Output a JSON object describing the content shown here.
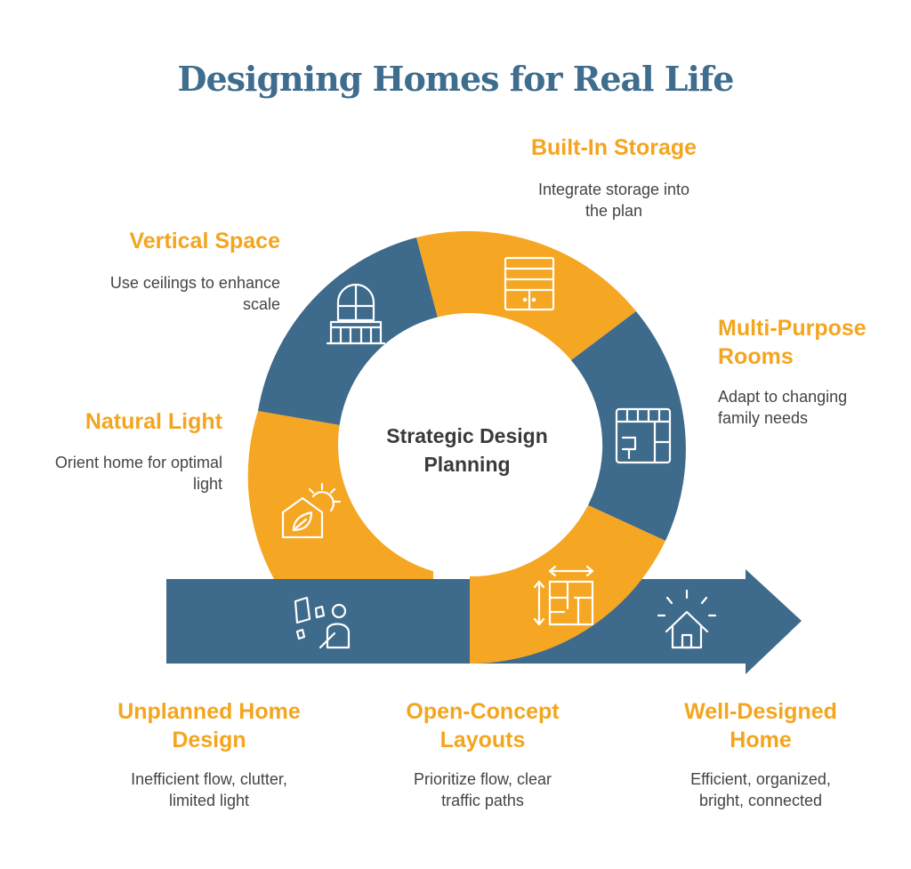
{
  "title": "Designing Homes for Real Life",
  "center": {
    "line1": "Strategic Design",
    "line2": "Planning"
  },
  "colors": {
    "blue": "#3e6a8b",
    "orange": "#f5a623",
    "title": "#3f6d8e",
    "label": "#f4a51f",
    "text": "#444444"
  },
  "steps": {
    "built_in": {
      "title": "Built-In Storage",
      "desc1": "Integrate storage into",
      "desc2": "the plan",
      "icon": "cabinet-icon"
    },
    "vertical": {
      "title": "Vertical Space",
      "desc1": "Use ceilings to enhance",
      "desc2": "scale",
      "icon": "window-balcony-icon"
    },
    "multi": {
      "title1": "Multi-Purpose",
      "title2": "Rooms",
      "desc1": "Adapt to changing",
      "desc2": "family needs",
      "icon": "floor-plan-furniture-icon"
    },
    "natural": {
      "title": "Natural Light",
      "desc1": "Orient home for optimal",
      "desc2": "light",
      "icon": "sun-home-icon"
    },
    "unplanned": {
      "title1": "Unplanned Home",
      "title2": "Design",
      "desc1": "Inefficient flow, clutter,",
      "desc2": "limited light",
      "icon": "person-confused-icon"
    },
    "open": {
      "title1": "Open-Concept",
      "title2": "Layouts",
      "desc1": "Prioritize flow, clear",
      "desc2": "traffic paths",
      "icon": "floor-plan-dimensions-icon"
    },
    "well": {
      "title1": "Well-Designed",
      "title2": "Home",
      "desc1": "Efficient, organized,",
      "desc2": "bright, connected",
      "icon": "home-shine-icon"
    }
  }
}
